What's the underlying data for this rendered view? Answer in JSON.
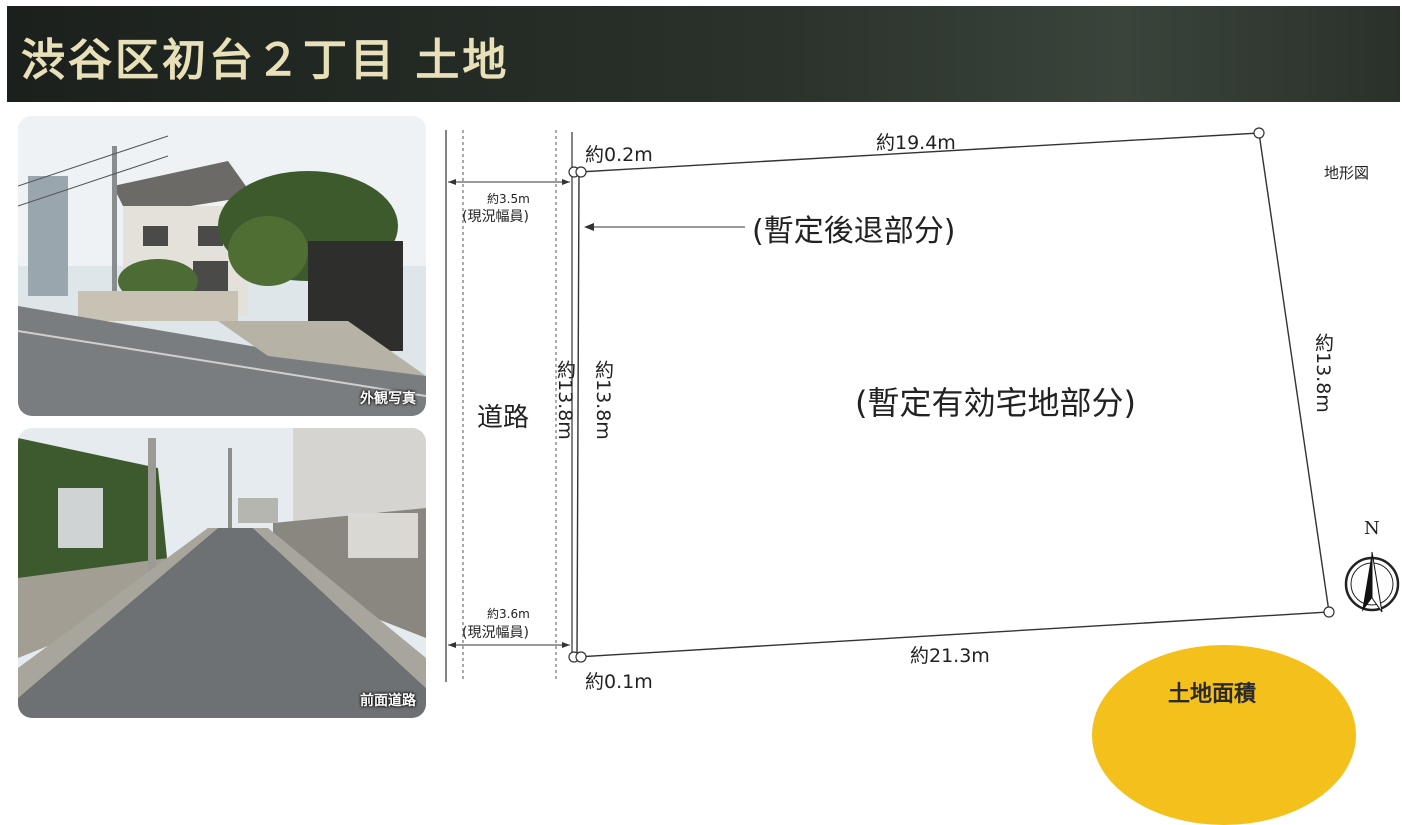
{
  "header": {
    "title": "渋谷区初台２丁目 土地"
  },
  "photos": [
    {
      "caption": "外観写真"
    },
    {
      "caption": "前面道路"
    }
  ],
  "map": {
    "label": "地形図",
    "road_label": "道路",
    "setback_label": "(暫定後退部分)",
    "effective_label": "(暫定有効宅地部分)",
    "top_offset": "約0.2m",
    "bottom_offset": "約0.1m",
    "top_edge": "約19.4m",
    "bottom_edge": "約21.3m",
    "right_edge": "約13.8m",
    "left_edge_inner": "約13.8m",
    "left_edge_outer": "約13.8m",
    "road_width_top": "約3.5m",
    "road_width_top_note": "(現況幅員)",
    "road_width_bottom": "約3.6m",
    "road_width_bottom_note": "(現況幅員)",
    "north": "N"
  },
  "badge": {
    "label": "土地面積"
  }
}
